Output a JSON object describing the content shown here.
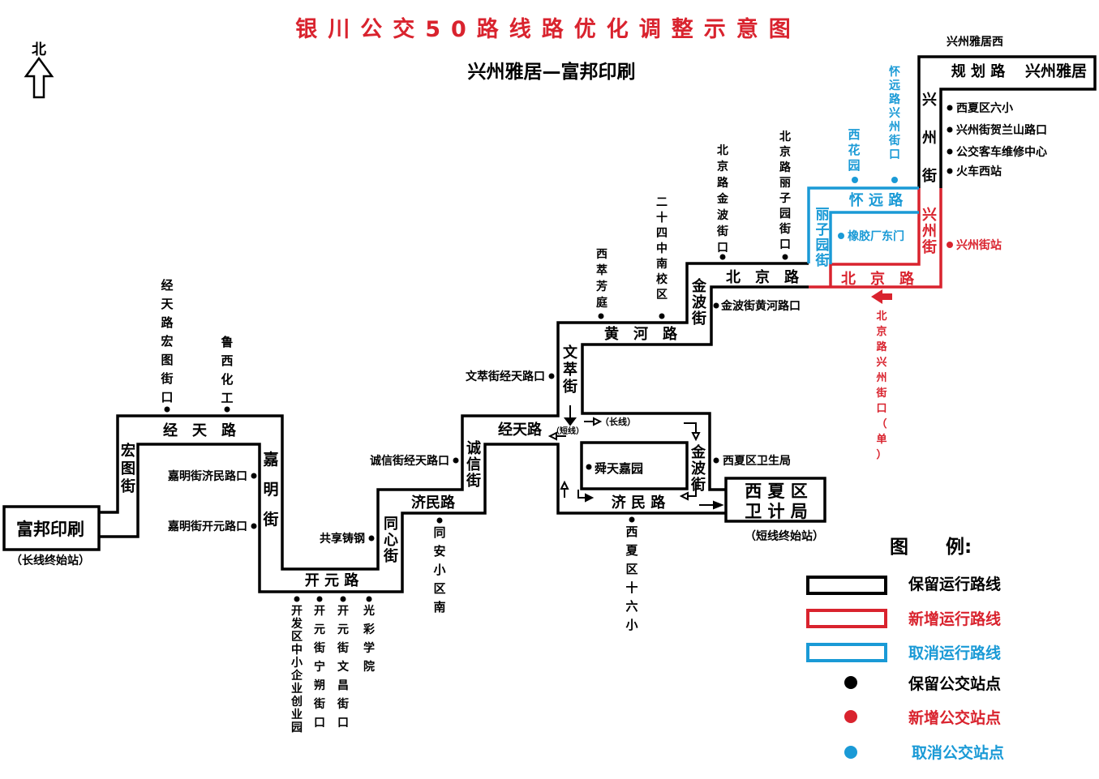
{
  "title": "银川公交50路线路优化调整示意图",
  "subtitle": "兴州雅居—富邦印刷",
  "north": {
    "label": "北"
  },
  "colors": {
    "retained": "#000000",
    "added": "#d9232e",
    "cancelled": "#1a9ad6"
  },
  "terminals": {
    "fubang": "富邦印刷",
    "fubang_note": "（长线终始站）",
    "xixia": [
      "西 夏 区",
      "卫 计 局"
    ],
    "xixia_note": "（短线终始站）",
    "xingzhou": "兴州雅居",
    "xingzhou_stop": "兴州雅居西"
  },
  "roads": {
    "hongtu": "宏图街",
    "jingtian_w": "经　天　路",
    "jiaming": "嘉明街",
    "kaiyuan": "开 元 路",
    "tongxin": "同心街",
    "jimin_w": "济民路",
    "chengxin": "诚信街",
    "jingtian_e": "经天路",
    "duanxian": "（短线）",
    "changxian": "（长线）",
    "wencui": "文萃街",
    "huanghe": "黄　河　路",
    "jinbo_n": "金波街",
    "jinbo_s": "金波街",
    "jimin_e": "济 民 路",
    "beijing_black": "北　京　路",
    "beijing_red": "北　京　路",
    "lizi": "丽子园街",
    "huaiyuan": "怀 远 路",
    "xingzhou_red": "兴州街",
    "xingzhou_black": "兴州街",
    "guihua": "规 划 路"
  },
  "stops_retained": [
    "经天路宏图街口",
    "鲁西化工",
    "嘉明街济民路口",
    "嘉明街开元路口",
    "共享铸钢",
    "开发区中小企业创业园",
    "开元街宁朔街口",
    "开元街文昌街口",
    "光彩学院",
    "同安小区南",
    "诚信街经天路口",
    "文萃街经天路口",
    "西萃芳庭",
    "二十四中南校区",
    "北京路金波街口",
    "北京路丽子园街口",
    "金波街黄河路口",
    "舜天嘉园",
    "西夏区卫生局",
    "西夏区十六小",
    "西夏区六小",
    "兴州街贺兰山路口",
    "公交客车维修中心",
    "火车西站"
  ],
  "stops_added": [
    "兴州街站"
  ],
  "stops_cancelled": [
    "西花园",
    "怀远路兴州街口",
    "橡胶厂东门"
  ],
  "oneway_note": "北京路兴州街口（单）",
  "legend": {
    "title": "图　　例:",
    "items": [
      {
        "label": "保留运行路线",
        "type": "line",
        "color": "#000000"
      },
      {
        "label": "新增运行路线",
        "type": "line",
        "color": "#d9232e"
      },
      {
        "label": "取消运行路线",
        "type": "line",
        "color": "#1a9ad6"
      },
      {
        "label": "保留公交站点",
        "type": "dot",
        "color": "#000000"
      },
      {
        "label": "新增公交站点",
        "type": "dot",
        "color": "#d9232e"
      },
      {
        "label": "取消公交站点",
        "type": "dot",
        "color": "#1a9ad6"
      }
    ]
  }
}
